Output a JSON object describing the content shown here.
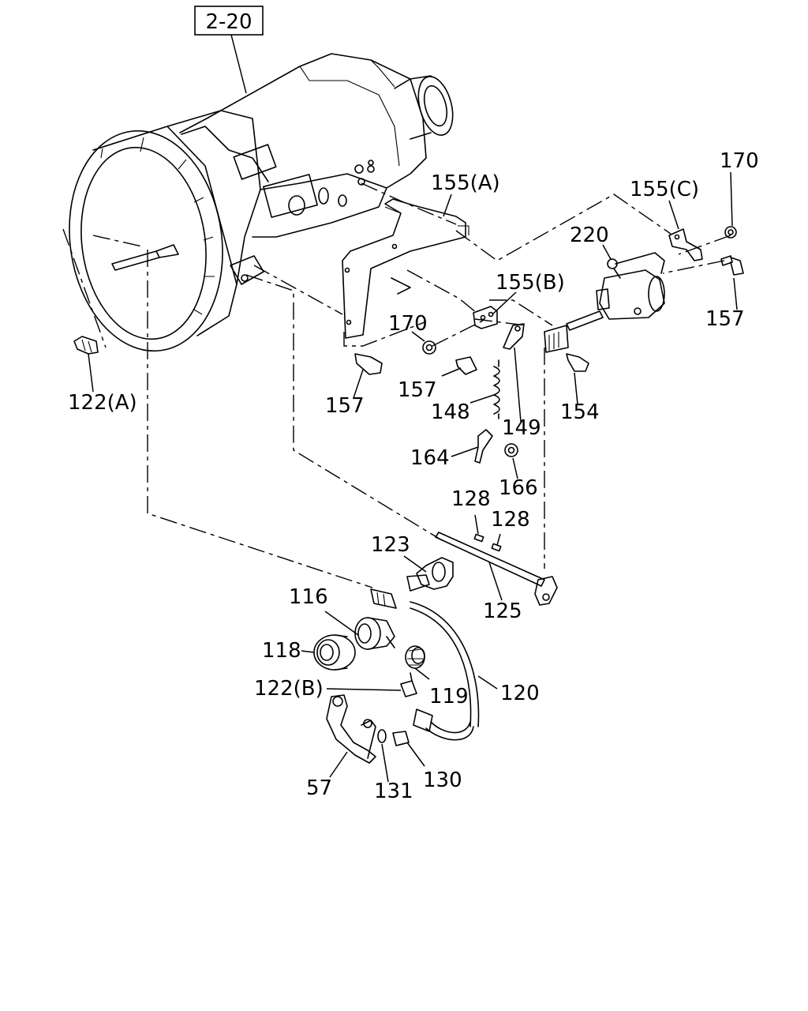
{
  "reference_box": "2-20",
  "callouts": [
    {
      "id": "c170a",
      "label": "170"
    },
    {
      "id": "c155a",
      "label": "155(A)"
    },
    {
      "id": "c155c",
      "label": "155(C)"
    },
    {
      "id": "c220",
      "label": "220"
    },
    {
      "id": "c157a",
      "label": "157"
    },
    {
      "id": "c155b",
      "label": "155(B)"
    },
    {
      "id": "c170b",
      "label": "170"
    },
    {
      "id": "c157b",
      "label": "157"
    },
    {
      "id": "c157c",
      "label": "157"
    },
    {
      "id": "c148",
      "label": "148"
    },
    {
      "id": "c149",
      "label": "149"
    },
    {
      "id": "c154",
      "label": "154"
    },
    {
      "id": "c122a",
      "label": "122(A)"
    },
    {
      "id": "c164",
      "label": "164"
    },
    {
      "id": "c166",
      "label": "166"
    },
    {
      "id": "c128a",
      "label": "128"
    },
    {
      "id": "c128b",
      "label": "128"
    },
    {
      "id": "c123",
      "label": "123"
    },
    {
      "id": "c125",
      "label": "125"
    },
    {
      "id": "c116",
      "label": "116"
    },
    {
      "id": "c118",
      "label": "118"
    },
    {
      "id": "c122b",
      "label": "122(B)"
    },
    {
      "id": "c119",
      "label": "119"
    },
    {
      "id": "c120",
      "label": "120"
    },
    {
      "id": "c130",
      "label": "130"
    },
    {
      "id": "c57",
      "label": "57"
    },
    {
      "id": "c131",
      "label": "131"
    }
  ]
}
